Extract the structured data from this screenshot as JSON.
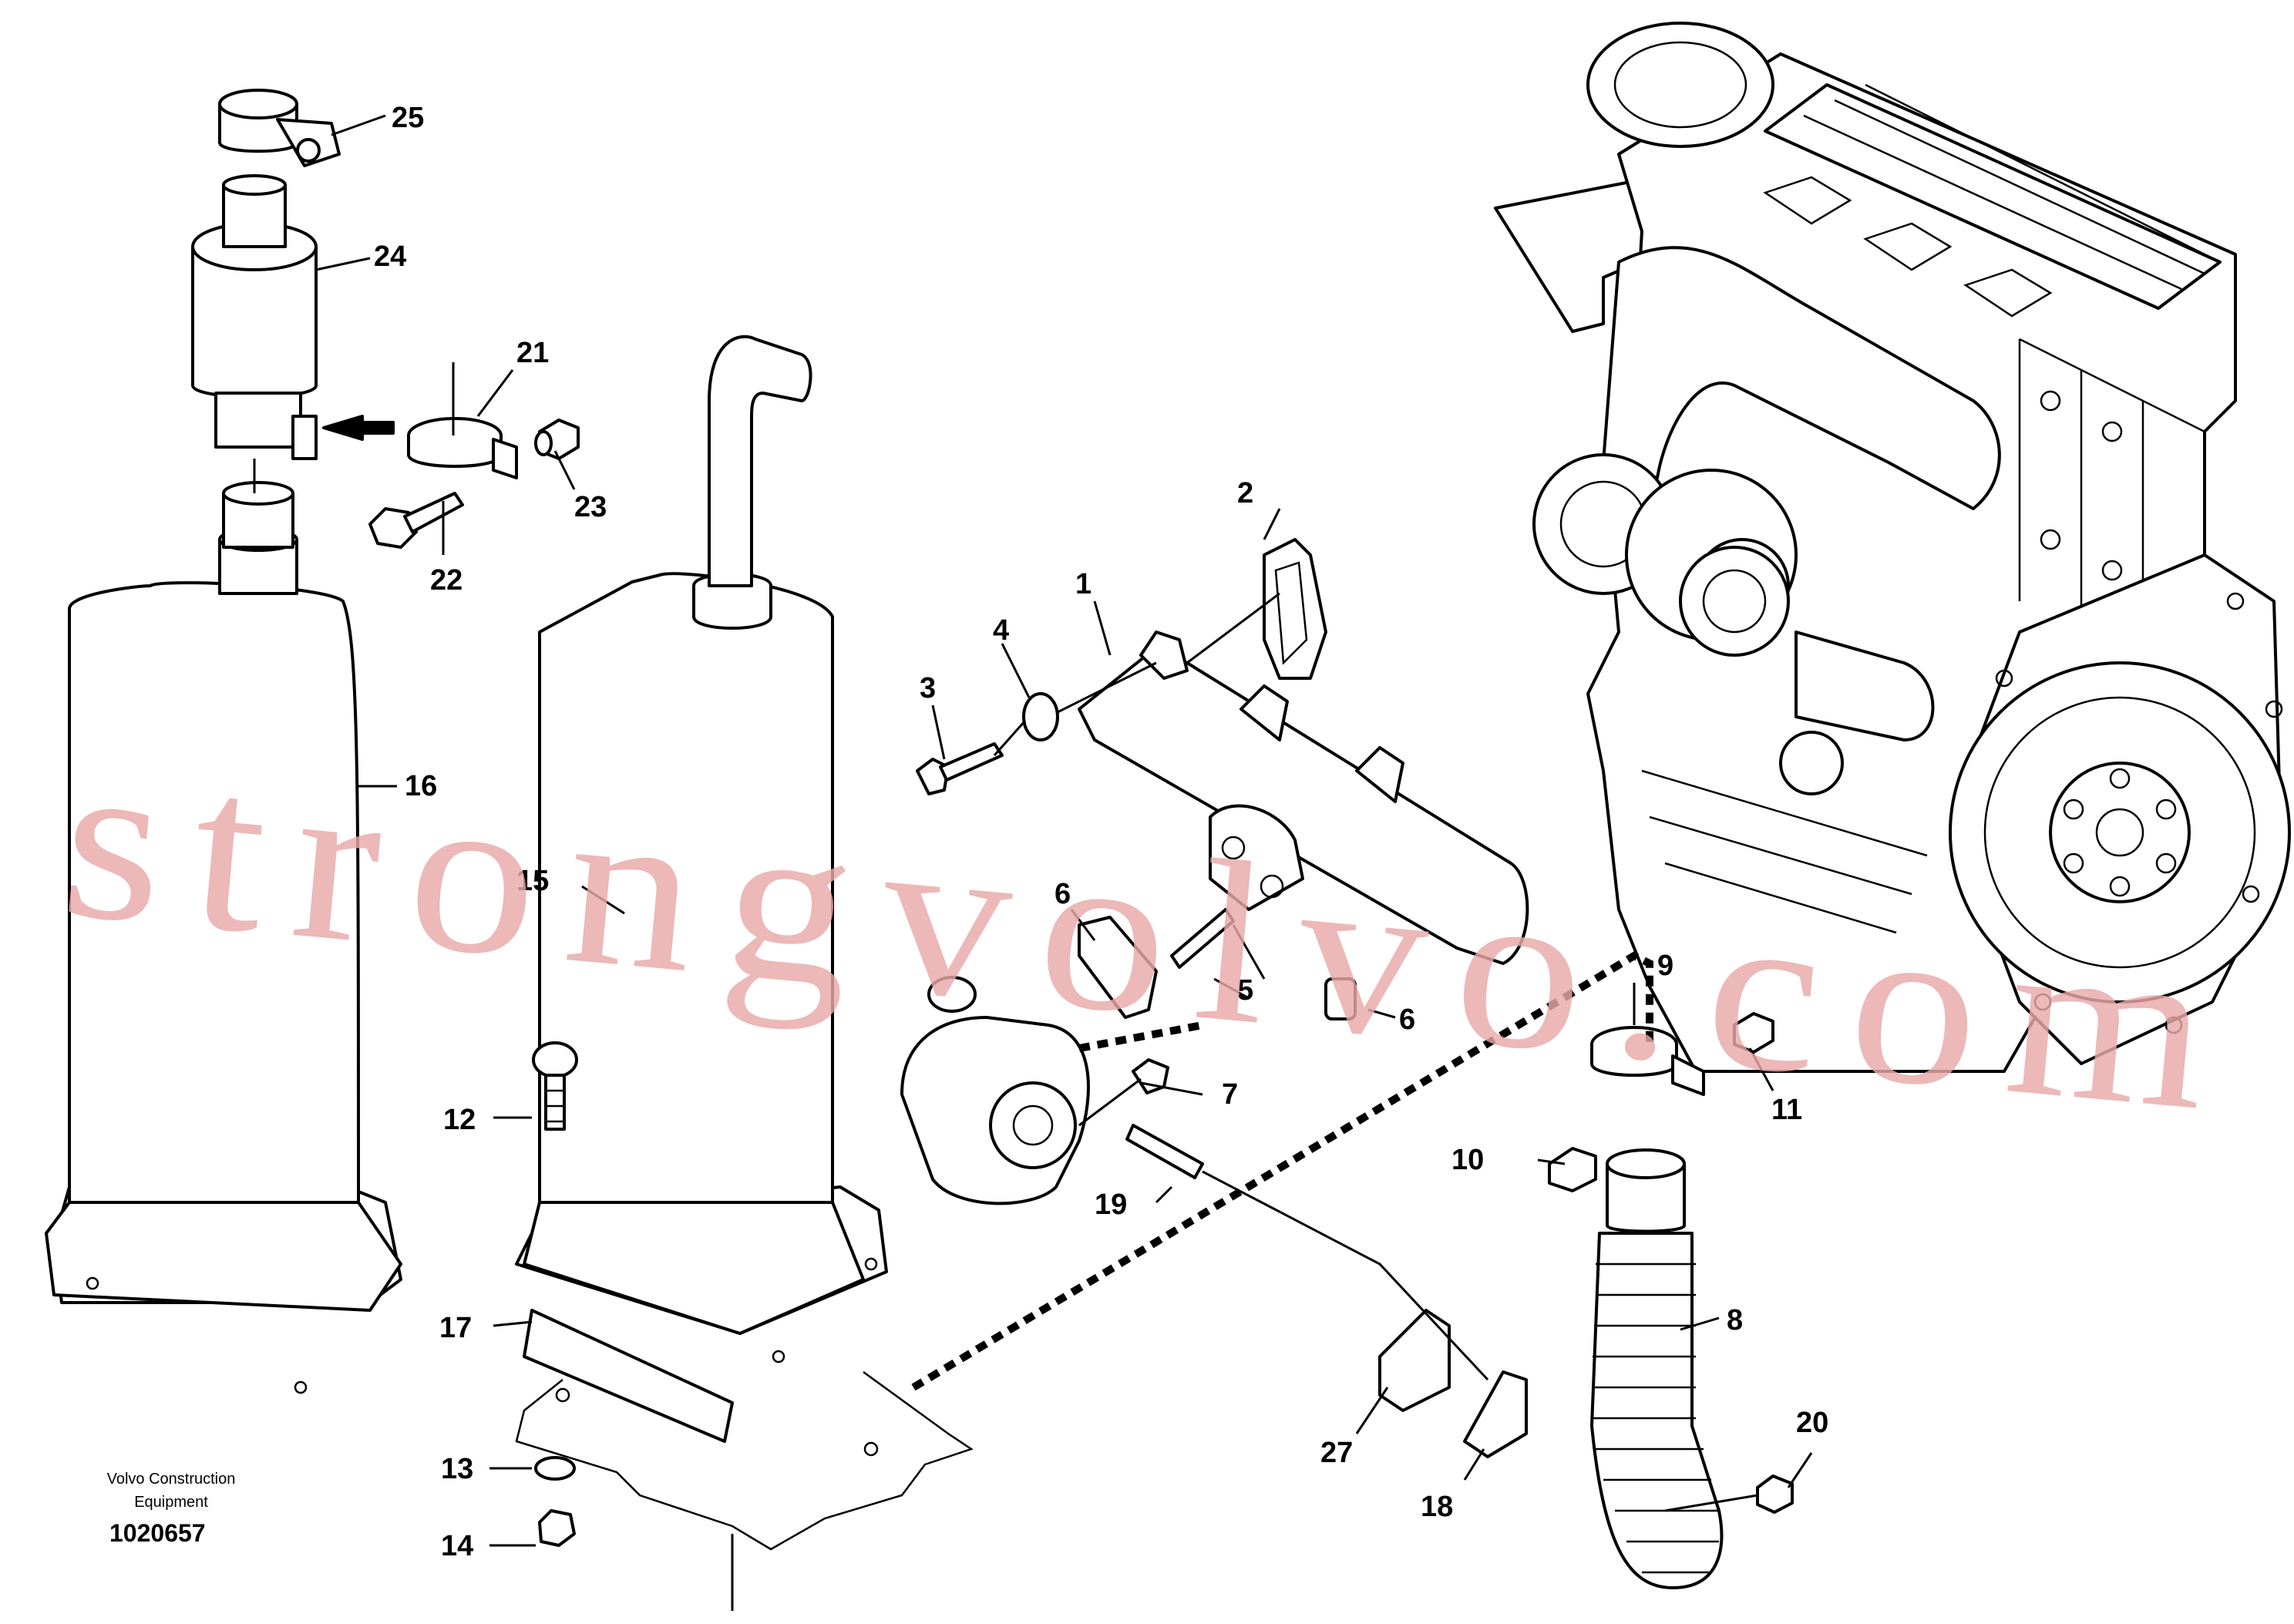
{
  "diagram": {
    "callouts": [
      {
        "id": "c25",
        "text": "25"
      },
      {
        "id": "c24",
        "text": "24"
      },
      {
        "id": "c21",
        "text": "21"
      },
      {
        "id": "c23",
        "text": "23"
      },
      {
        "id": "c22",
        "text": "22"
      },
      {
        "id": "c16",
        "text": "16"
      },
      {
        "id": "c15",
        "text": "15"
      },
      {
        "id": "c2",
        "text": "2"
      },
      {
        "id": "c1",
        "text": "1"
      },
      {
        "id": "c4",
        "text": "4"
      },
      {
        "id": "c3",
        "text": "3"
      },
      {
        "id": "c6a",
        "text": "6"
      },
      {
        "id": "c5",
        "text": "5"
      },
      {
        "id": "c6b",
        "text": "6"
      },
      {
        "id": "c9",
        "text": "9"
      },
      {
        "id": "c7",
        "text": "7"
      },
      {
        "id": "c11",
        "text": "11"
      },
      {
        "id": "c12",
        "text": "12"
      },
      {
        "id": "c10",
        "text": "10"
      },
      {
        "id": "c19",
        "text": "19"
      },
      {
        "id": "c8",
        "text": "8"
      },
      {
        "id": "c17",
        "text": "17"
      },
      {
        "id": "c20",
        "text": "20"
      },
      {
        "id": "c27",
        "text": "27"
      },
      {
        "id": "c18",
        "text": "18"
      },
      {
        "id": "c13",
        "text": "13"
      },
      {
        "id": "c14",
        "text": "14"
      }
    ],
    "caption_line1": "Volvo Construction",
    "caption_line2": "Equipment",
    "document_number": "1020657",
    "watermark": "strongvolvo.com"
  }
}
